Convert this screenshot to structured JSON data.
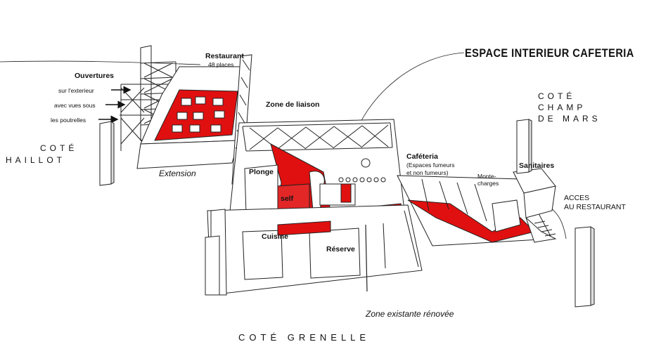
{
  "title": "ESPACE INTERIEUR CAFETERIA",
  "sides": {
    "chaillot_1": "COTÉ",
    "chaillot_2": "HAILLOT",
    "champ_1": "COTÉ",
    "champ_2": "CHAMP",
    "champ_3": "DE MARS",
    "grenelle": "COTÉ GRENELLE"
  },
  "labels": {
    "restaurant": "Restaurant",
    "restaurant_places": "48 places",
    "ouvertures": "Ouvertures",
    "ouv_1": "sur l'exterieur",
    "ouv_2": "avec vues sous",
    "ouv_3": "les poutrelles",
    "zone_liaison": "Zone de liaison",
    "extension": "Extension",
    "plonge": "Plonge",
    "self": "self",
    "cuisine": "Cuisine",
    "reserve": "Réserve",
    "cafeteria": "Caféteria",
    "cafeteria_sub_1": "(Espaces fumeurs",
    "cafeteria_sub_2": "et non fumeurs)",
    "monte_1": "Monte-",
    "monte_2": "charges",
    "sanitaires": "Sanitaires",
    "acces_1": "ACCES",
    "acces_2": "AU RESTAURANT",
    "zone_existante": "Zone existante rénovée"
  },
  "colors": {
    "accent_red": "#e01010",
    "line": "#222222",
    "background": "#ffffff"
  }
}
